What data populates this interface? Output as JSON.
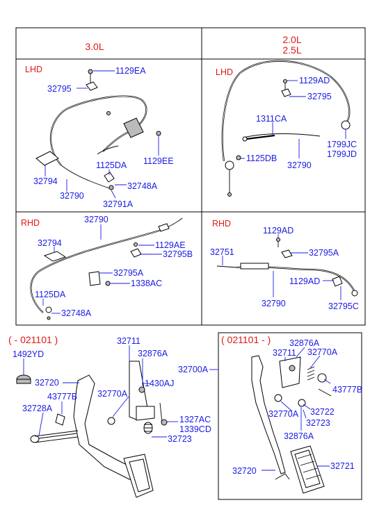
{
  "headers": {
    "col_left": "3.0L",
    "col_right_line1": "2.0L",
    "col_right_line2": "2.5L"
  },
  "regions": {
    "lhd": "LHD",
    "rhd": "RHD"
  },
  "panels": {
    "lhd_30": {
      "p1": "1129EA",
      "p2": "32795",
      "p3": "1125DA",
      "p4": "1129EE",
      "p5": "32794",
      "p6": "32790",
      "p7": "32748A",
      "p8": "32791A"
    },
    "lhd_20": {
      "p1": "1129AD",
      "p2": "32795",
      "p3": "1311CA",
      "p4": "1125DB",
      "p5": "1799JC",
      "p6": "1799JD",
      "p7": "32790"
    },
    "rhd_30": {
      "p1": "32790",
      "p2": "32794",
      "p3": "1129AE",
      "p4": "32795B",
      "p5": "32795A",
      "p6": "1338AC",
      "p7": "1125DA",
      "p8": "32748A"
    },
    "rhd_20": {
      "p1": "1129AD",
      "p2": "32751",
      "p3": "32795A",
      "p4": "1129AD",
      "p5": "32790",
      "p6": "32795C"
    }
  },
  "pedals": {
    "old_range": "( - 021101 )",
    "new_range": "( 021101 - )",
    "left": {
      "p1492": "1492YD",
      "p32720": "32720",
      "p43777": "43777B",
      "p32728": "32728A",
      "p32711": "32711",
      "p32876": "32876A",
      "p1430": "1430AJ",
      "p32770": "32770A",
      "p1327": "1327AC",
      "p1339": "1339CD",
      "p32723": "32723"
    },
    "assembly": "32700A",
    "right": {
      "p32711": "32711",
      "p32876a": "32876A",
      "p32770a": "32770A",
      "p43777": "43777B",
      "p32770b": "32770A",
      "p32722": "32722",
      "p32723": "32723",
      "p32876b": "32876A",
      "p32720": "32720",
      "p32721": "32721"
    }
  }
}
